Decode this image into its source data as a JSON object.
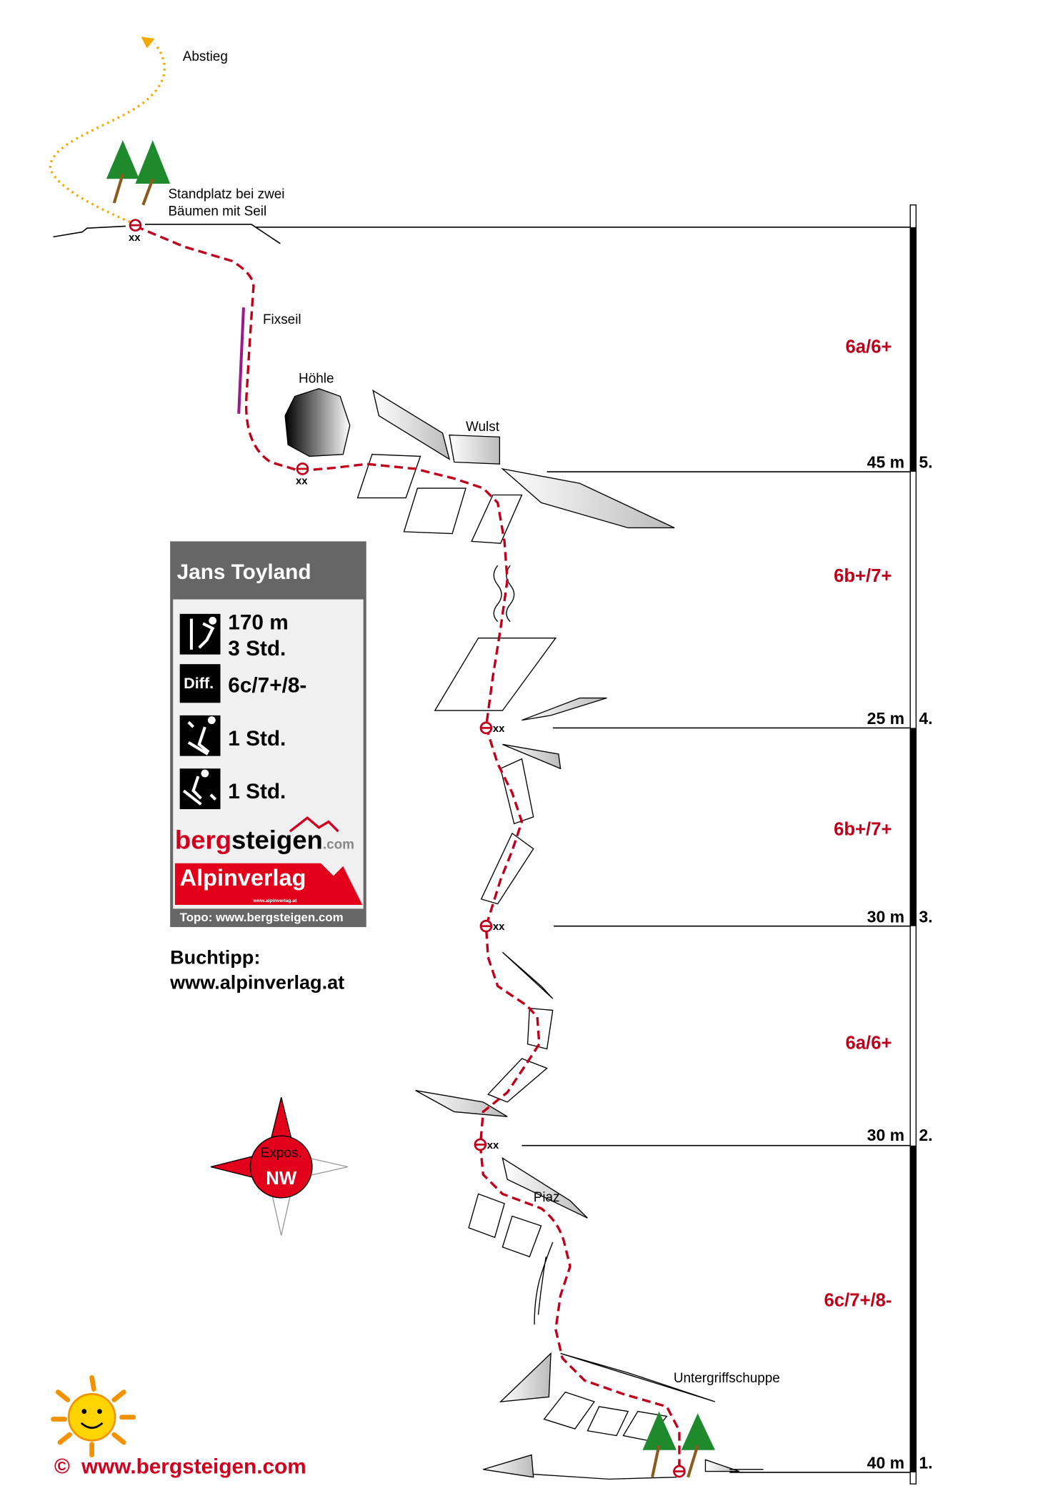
{
  "title": "Jans Toyland",
  "info": {
    "length": "170 m",
    "time": "3 Std.",
    "diff_label": "Diff.",
    "difficulty": "6c/7+/8-",
    "approach": "1 Std.",
    "descent_time": "1 Std.",
    "logo_berg": "berg",
    "logo_steigen": "steigen",
    "logo_com": ".com",
    "logo_alpin": "Alpinverlag",
    "logo_alpin_url": "www.alpinverlag.at",
    "topo_credit": "Topo: www.bergsteigen.com"
  },
  "buchtipp": {
    "label": "Buchtipp:",
    "url": "www.alpinverlag.at"
  },
  "labels": {
    "abstieg": "Abstieg",
    "standplatz_1": "Standplatz bei zwei",
    "standplatz_2": "Bäumen mit Seil",
    "fixseil": "Fixseil",
    "hoehle": "Höhle",
    "wulst": "Wulst",
    "piaz": "Piaz",
    "untergriff": "Untergriffschuppe",
    "belay_mark": "xx"
  },
  "pitches": [
    {
      "number": "5.",
      "length": "45 m",
      "grade": "6a/6+"
    },
    {
      "number": "4.",
      "length": "25 m",
      "grade": "6b+/7+"
    },
    {
      "number": "3.",
      "length": "30 m",
      "grade": "6b+/7+"
    },
    {
      "number": "2.",
      "length": "30 m",
      "grade": "6a/6+"
    },
    {
      "number": "1.",
      "length": "40 m",
      "grade": "6c/7+/8-"
    }
  ],
  "compass": {
    "label": "Expos.",
    "direction": "NW"
  },
  "copyright": {
    "symbol": "©",
    "url": "www.bergsteigen.com"
  },
  "colors": {
    "route": "#c0001a",
    "descent": "#f5a800",
    "box_header": "#666666",
    "box_body": "#f0f0f0",
    "fixrope": "#9b1a8a"
  }
}
